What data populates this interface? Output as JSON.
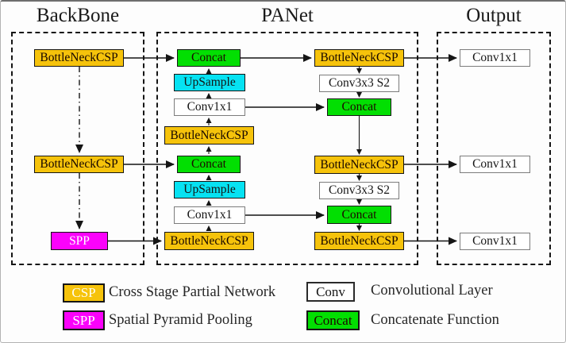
{
  "titles": {
    "backbone": "BackBone",
    "panet": "PANet",
    "output": "Output"
  },
  "nodes": {
    "bb_csp1": "BottleNeckCSP",
    "bb_csp2": "BottleNeckCSP",
    "bb_spp": "SPP",
    "mid_concat1": "Concat",
    "mid_up1": "UpSample",
    "mid_conv1": "Conv1x1",
    "mid_csp1": "BottleNeckCSP",
    "mid_concat2": "Concat",
    "mid_up2": "UpSample",
    "mid_conv2": "Conv1x1",
    "mid_csp2": "BottleNeckCSP",
    "r_csp1": "BottleNeckCSP",
    "r_conv1": "Conv3x3 S2",
    "r_concat1": "Concat",
    "r_csp2": "BottleNeckCSP",
    "r_conv2": "Conv3x3 S2",
    "r_concat2": "Concat",
    "r_csp3": "BottleNeckCSP",
    "out_conv1": "Conv1x1",
    "out_conv2": "Conv1x1",
    "out_conv3": "Conv1x1"
  },
  "legend": {
    "csp": {
      "swatch": "CSP",
      "desc": "Cross Stage Partial Network"
    },
    "spp": {
      "swatch": "SPP",
      "desc": "Spatial Pyramid Pooling"
    },
    "conv": {
      "swatch": "Conv",
      "desc": "Convolutional Layer"
    },
    "concat": {
      "swatch": "Concat",
      "desc": "Concatenate Function"
    }
  },
  "colors": {
    "csp_gold": "#F6C30B",
    "spp_magenta": "#FB02FB",
    "concat_green": "#02DF02",
    "upsample_cyan": "#06E2F2",
    "conv_white": "#FFFFFF",
    "line_black": "#151515"
  }
}
